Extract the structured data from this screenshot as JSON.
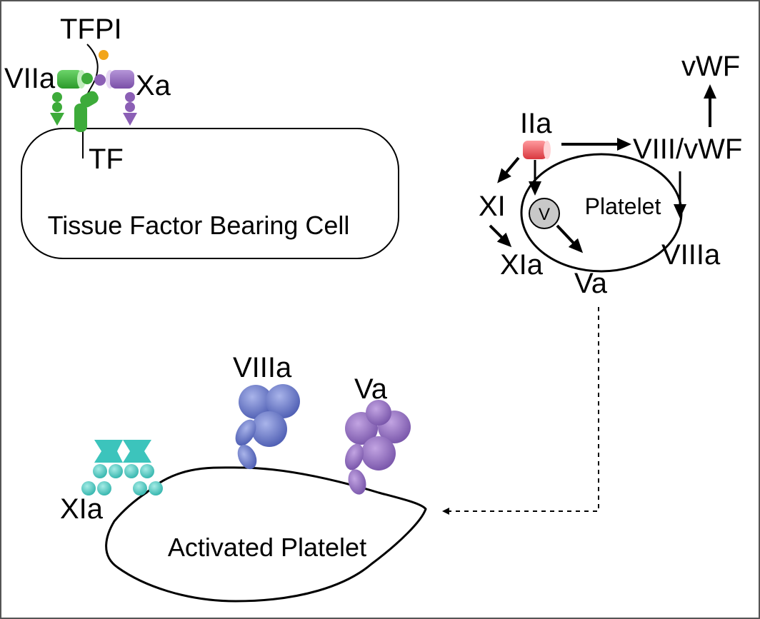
{
  "tissue_factor_cell": {
    "label": "Tissue Factor Bearing Cell",
    "tfpi_label": "TFPI",
    "viia_label": "VIIa",
    "xa_label": "Xa",
    "tf_label": "TF"
  },
  "platelet": {
    "label": "Platelet",
    "iia_label": "IIa",
    "viii_vwf_label": "VIII/vWF",
    "vwf_label": "vWF",
    "xi_label": "XI",
    "xia_label": "XIa",
    "v_label": "V",
    "va_label": "Va",
    "viiia_label": "VIIIa"
  },
  "activated_platelet": {
    "label": "Activated Platelet",
    "xia_label": "XIa",
    "viiia_label": "VIIIa",
    "va_label": "Va"
  },
  "colors": {
    "viia_green": "#3dab3a",
    "xa_purple": "#8b5fb5",
    "tfpi_orange": "#f2a51a",
    "iia_red": "#e8545a",
    "viiia_blue": "#5a6bbd",
    "va_purple": "#8a64b8",
    "xia_teal": "#3cc4bc"
  }
}
